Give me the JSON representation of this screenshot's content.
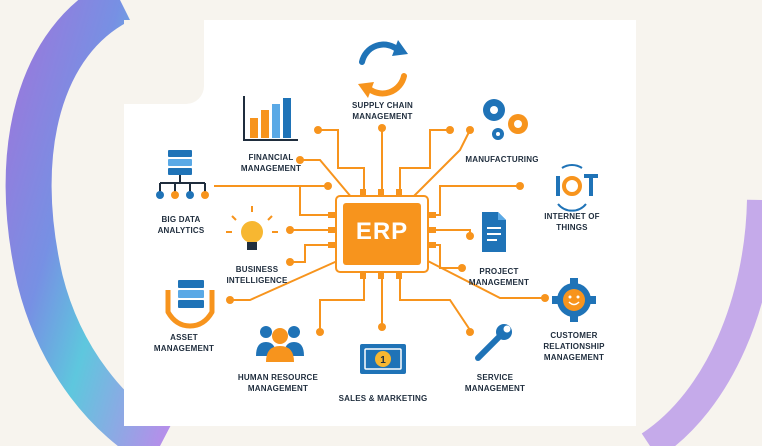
{
  "center": {
    "label": "ERP"
  },
  "modules": {
    "supply_chain": {
      "line1": "SUPPLY CHAIN",
      "line2": "MANAGEMENT"
    },
    "financial": {
      "line1": "FINANCIAL",
      "line2": "MANAGEMENT"
    },
    "manufacturing": {
      "line1": "MANUFACTURING"
    },
    "big_data": {
      "line1": "BIG DATA",
      "line2": "ANALYTICS"
    },
    "iot": {
      "line1": "INTERNET OF",
      "line2": "THINGS",
      "icon_text": "IOT"
    },
    "business_intelligence": {
      "line1": "BUSINESS",
      "line2": "INTELLIGENCE"
    },
    "project": {
      "line1": "PROJECT",
      "line2": "MANAGEMENT"
    },
    "asset": {
      "line1": "ASSET",
      "line2": "MANAGEMENT"
    },
    "crm": {
      "line1": "CUSTOMER",
      "line2": "RELATIONSHIP",
      "line3": "MANAGEMENT"
    },
    "human_resource": {
      "line1": "HUMAN RESOURCE",
      "line2": "MANAGEMENT"
    },
    "sales": {
      "line1": "SALES & MARKETING",
      "icon_text": "1"
    },
    "service": {
      "line1": "SERVICE",
      "line2": "MANAGEMENT"
    }
  },
  "colors": {
    "orange": "#f7941d",
    "blue": "#1f73b7",
    "navy": "#1f2d3d",
    "light_blue": "#5aa9e6"
  }
}
